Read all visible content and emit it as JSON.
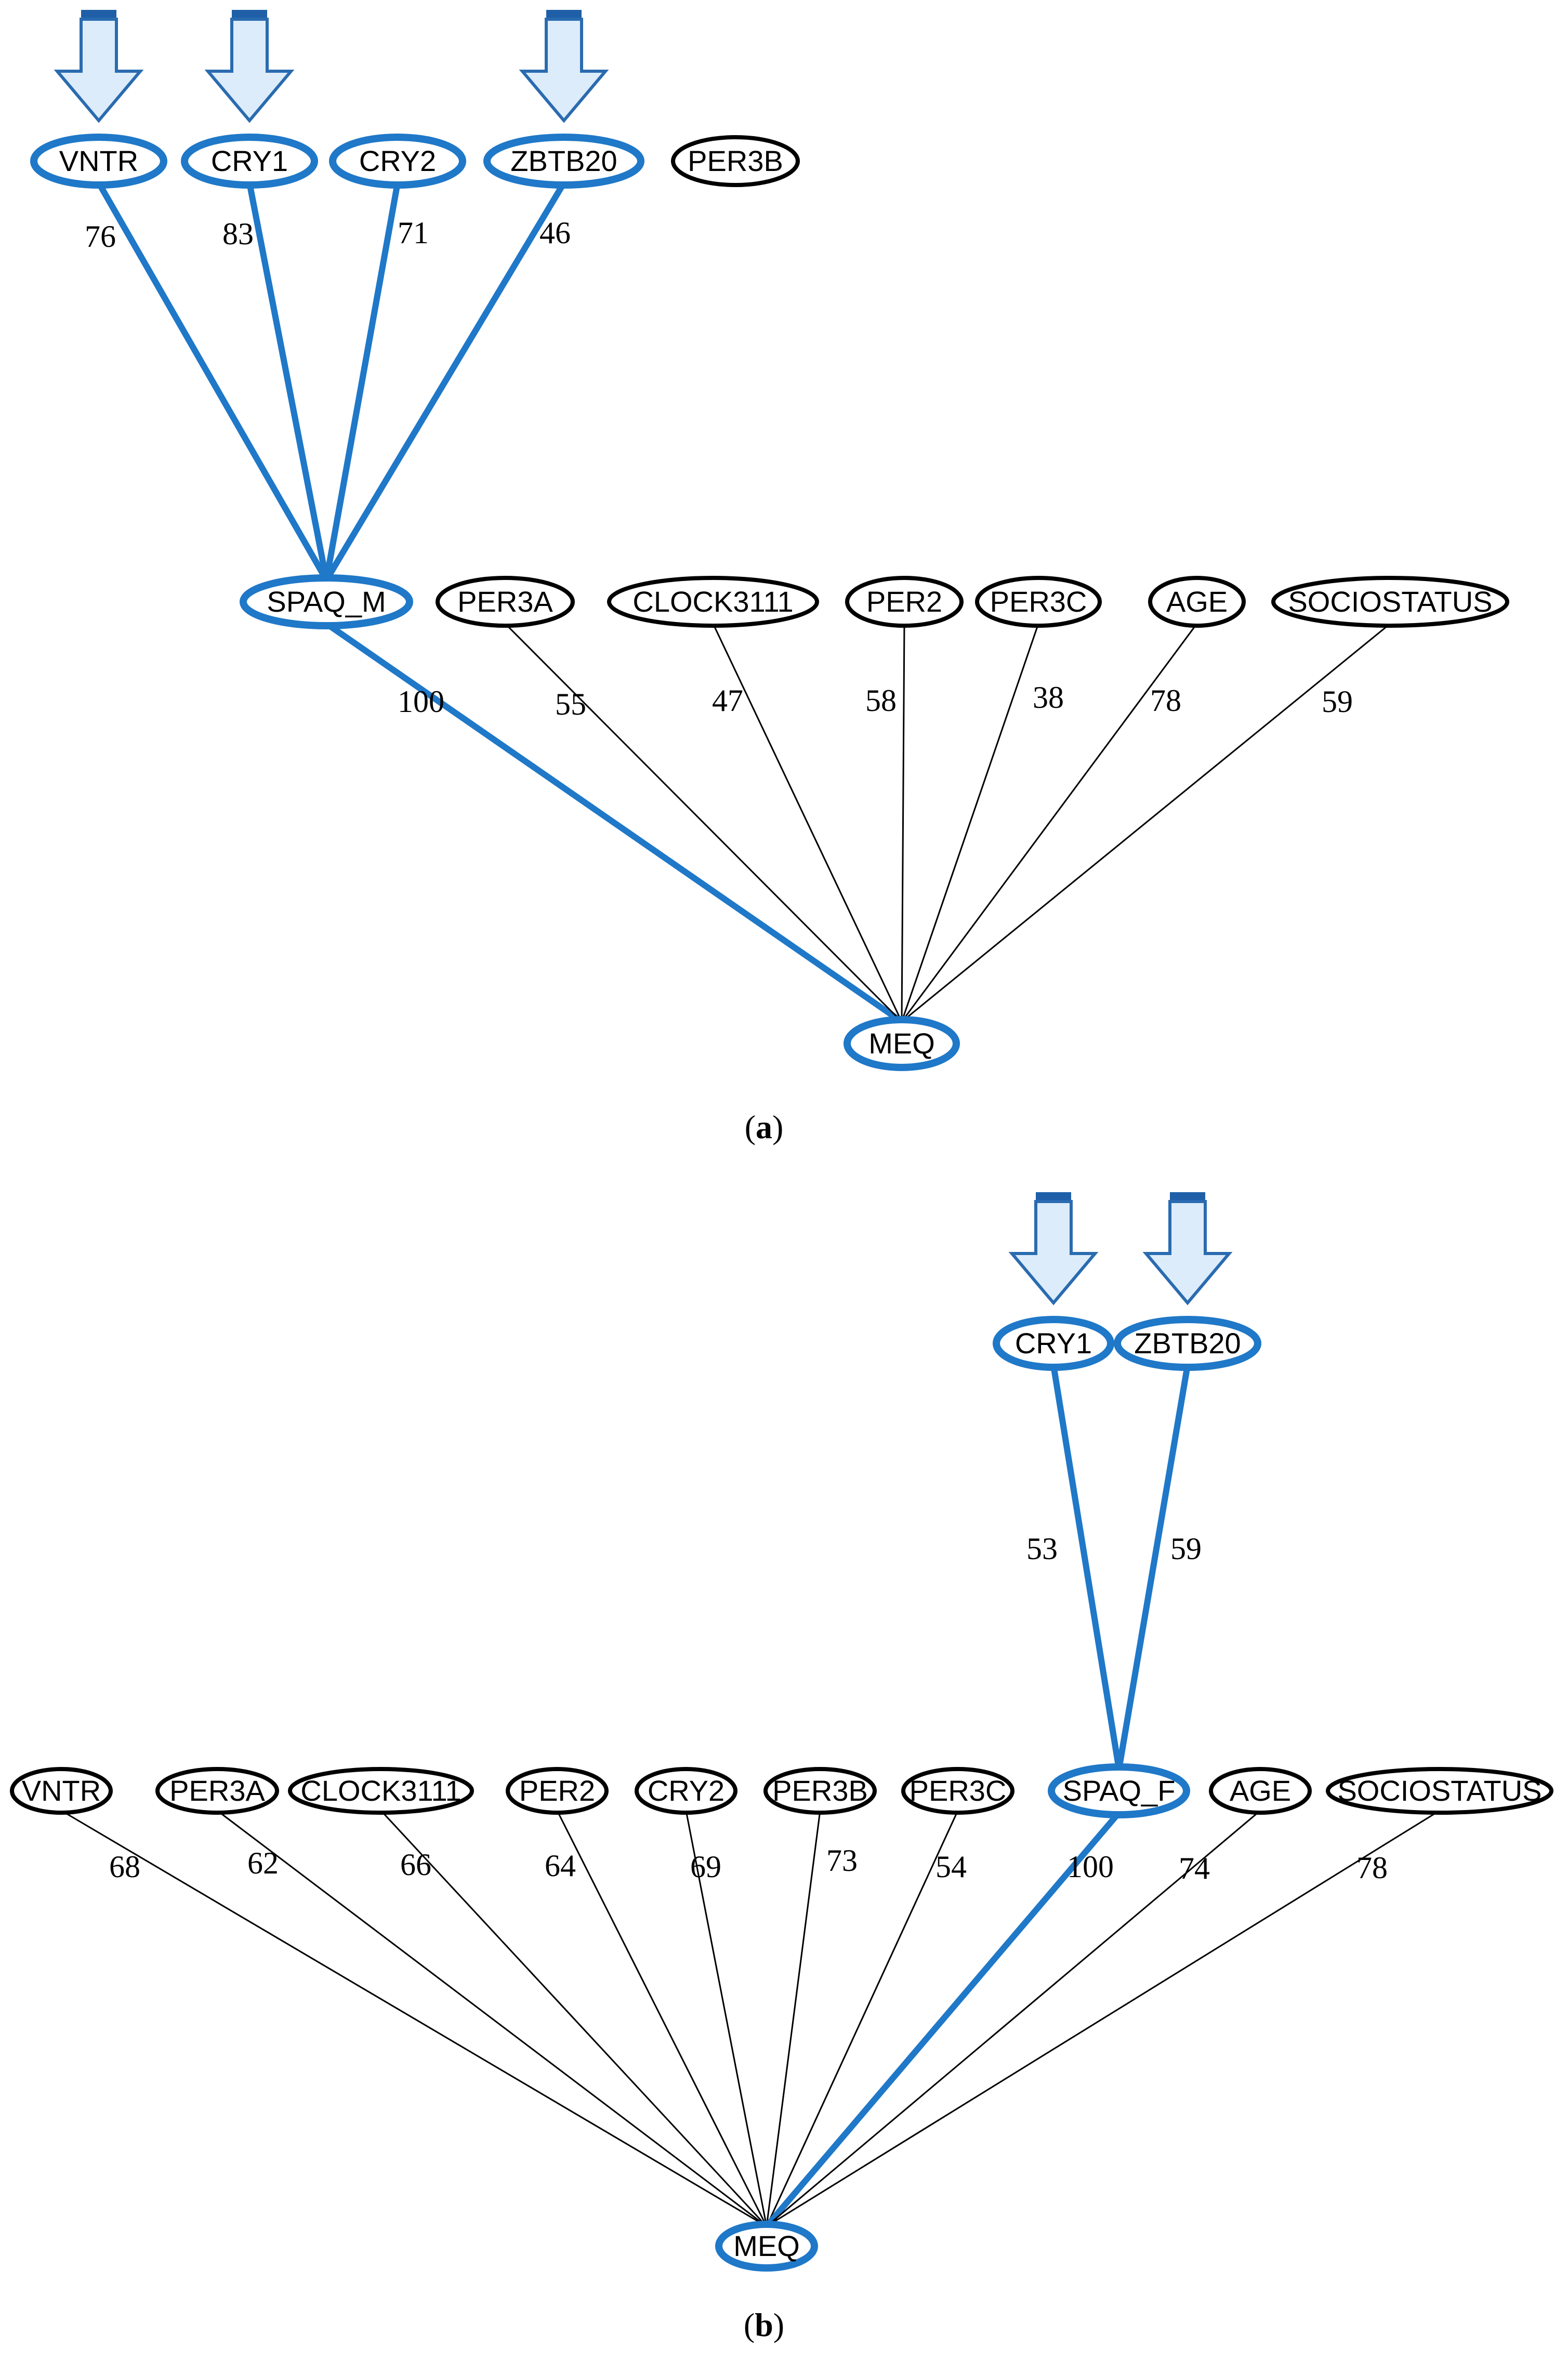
{
  "colors": {
    "highlight": "#1f78c8",
    "normal": "#000000",
    "arrow_fill": "#dcecfa",
    "arrow_stroke": "#2a6bb0",
    "arrow_cap": "#1f5fa8"
  },
  "panels": [
    {
      "id": "a",
      "caption_open": "(",
      "caption_letter": "a",
      "caption_close": ")",
      "target": {
        "label": "MEQ",
        "highlight": true
      },
      "nodes": [
        {
          "id": "VNTR",
          "label": "VNTR",
          "highlight": true,
          "arrow": true
        },
        {
          "id": "CRY1",
          "label": "CRY1",
          "highlight": true,
          "arrow": true
        },
        {
          "id": "CRY2",
          "label": "CRY2",
          "highlight": true,
          "arrow": false
        },
        {
          "id": "ZBTB20",
          "label": "ZBTB20",
          "highlight": true,
          "arrow": true
        },
        {
          "id": "PER3B",
          "label": "PER3B",
          "highlight": false,
          "arrow": false
        },
        {
          "id": "SPAQ_M",
          "label": "SPAQ_M",
          "highlight": true,
          "arrow": false
        },
        {
          "id": "PER3A",
          "label": "PER3A",
          "highlight": false,
          "arrow": false
        },
        {
          "id": "CLOCK3111",
          "label": "CLOCK3111",
          "highlight": false,
          "arrow": false
        },
        {
          "id": "PER2",
          "label": "PER2",
          "highlight": false,
          "arrow": false
        },
        {
          "id": "PER3C",
          "label": "PER3C",
          "highlight": false,
          "arrow": false
        },
        {
          "id": "AGE",
          "label": "AGE",
          "highlight": false,
          "arrow": false
        },
        {
          "id": "SOCIOSTATUS",
          "label": "SOCIOSTATUS",
          "highlight": false,
          "arrow": false
        }
      ],
      "edges": [
        {
          "from": "VNTR",
          "to": "SPAQ_M",
          "weight": "76",
          "highlight": true
        },
        {
          "from": "CRY1",
          "to": "SPAQ_M",
          "weight": "83",
          "highlight": true
        },
        {
          "from": "CRY2",
          "to": "SPAQ_M",
          "weight": "71",
          "highlight": true
        },
        {
          "from": "ZBTB20",
          "to": "SPAQ_M",
          "weight": "46",
          "highlight": true
        },
        {
          "from": "SPAQ_M",
          "to": "MEQ",
          "weight": "100",
          "highlight": true
        },
        {
          "from": "PER3A",
          "to": "MEQ",
          "weight": "55",
          "highlight": false
        },
        {
          "from": "CLOCK3111",
          "to": "MEQ",
          "weight": "47",
          "highlight": false
        },
        {
          "from": "PER2",
          "to": "MEQ",
          "weight": "58",
          "highlight": false
        },
        {
          "from": "PER3C",
          "to": "MEQ",
          "weight": "38",
          "highlight": false
        },
        {
          "from": "AGE",
          "to": "MEQ",
          "weight": "78",
          "highlight": false
        },
        {
          "from": "SOCIOSTATUS",
          "to": "MEQ",
          "weight": "59",
          "highlight": false
        }
      ]
    },
    {
      "id": "b",
      "caption_open": "(",
      "caption_letter": "b",
      "caption_close": ")",
      "target": {
        "label": "MEQ",
        "highlight": true
      },
      "nodes": [
        {
          "id": "CRY1",
          "label": "CRY1",
          "highlight": true,
          "arrow": true
        },
        {
          "id": "ZBTB20",
          "label": "ZBTB20",
          "highlight": true,
          "arrow": true
        },
        {
          "id": "VNTR",
          "label": "VNTR",
          "highlight": false,
          "arrow": false
        },
        {
          "id": "PER3A",
          "label": "PER3A",
          "highlight": false,
          "arrow": false
        },
        {
          "id": "CLOCK3111",
          "label": "CLOCK3111",
          "highlight": false,
          "arrow": false
        },
        {
          "id": "PER2",
          "label": "PER2",
          "highlight": false,
          "arrow": false
        },
        {
          "id": "CRY2",
          "label": "CRY2",
          "highlight": false,
          "arrow": false
        },
        {
          "id": "PER3B",
          "label": "PER3B",
          "highlight": false,
          "arrow": false
        },
        {
          "id": "PER3C",
          "label": "PER3C",
          "highlight": false,
          "arrow": false
        },
        {
          "id": "SPAQ_F",
          "label": "SPAQ_F",
          "highlight": true,
          "arrow": false
        },
        {
          "id": "AGE",
          "label": "AGE",
          "highlight": false,
          "arrow": false
        },
        {
          "id": "SOCIOSTATUS",
          "label": "SOCIOSTATUS",
          "highlight": false,
          "arrow": false
        }
      ],
      "edges": [
        {
          "from": "CRY1",
          "to": "SPAQ_F",
          "weight": "53",
          "highlight": true
        },
        {
          "from": "ZBTB20",
          "to": "SPAQ_F",
          "weight": "59",
          "highlight": true
        },
        {
          "from": "VNTR",
          "to": "MEQ",
          "weight": "68",
          "highlight": false
        },
        {
          "from": "PER3A",
          "to": "MEQ",
          "weight": "62",
          "highlight": false
        },
        {
          "from": "CLOCK3111",
          "to": "MEQ",
          "weight": "66",
          "highlight": false
        },
        {
          "from": "PER2",
          "to": "MEQ",
          "weight": "64",
          "highlight": false
        },
        {
          "from": "CRY2",
          "to": "MEQ",
          "weight": "69",
          "highlight": false
        },
        {
          "from": "PER3B",
          "to": "MEQ",
          "weight": "73",
          "highlight": false
        },
        {
          "from": "PER3C",
          "to": "MEQ",
          "weight": "54",
          "highlight": false
        },
        {
          "from": "SPAQ_F",
          "to": "MEQ",
          "weight": "100",
          "highlight": true
        },
        {
          "from": "AGE",
          "to": "MEQ",
          "weight": "74",
          "highlight": false
        },
        {
          "from": "SOCIOSTATUS",
          "to": "MEQ",
          "weight": "78",
          "highlight": false
        }
      ]
    }
  ]
}
